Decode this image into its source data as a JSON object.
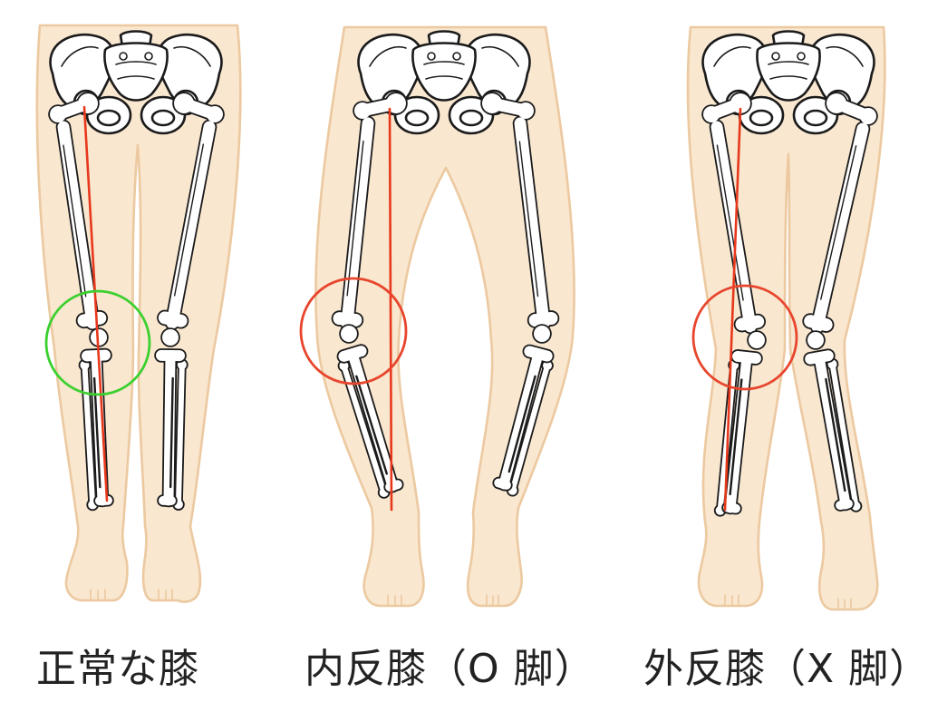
{
  "figures": [
    {
      "caption": "正常な膝",
      "circle_color": "#3bd02e"
    },
    {
      "caption": "内反膝（O 脚）",
      "circle_color": "#e8452c"
    },
    {
      "caption": "外反膝（X 脚）",
      "circle_color": "#e8452c"
    }
  ],
  "colors": {
    "skin": "#f9e7d0",
    "skin_outline": "#ecc9a0",
    "bone_outline": "#1b1b1b",
    "bone_fill": "#ffffff",
    "axis_line": "#e8381c"
  }
}
